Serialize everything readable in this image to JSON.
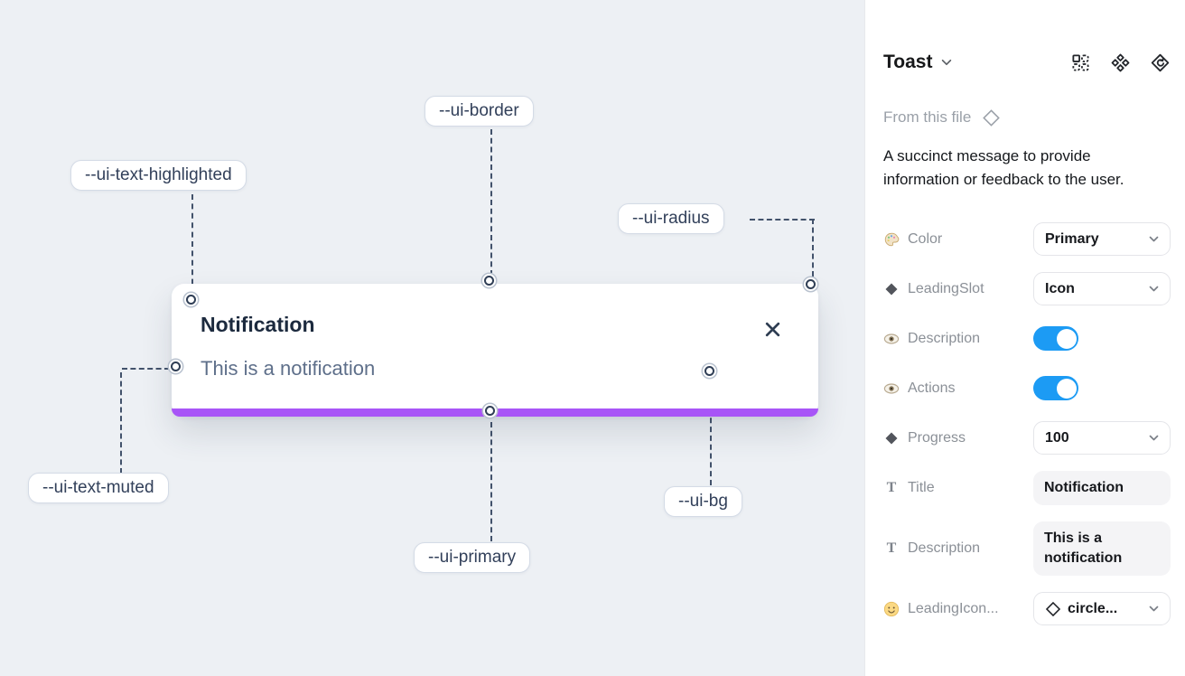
{
  "canvas": {
    "toast": {
      "title": "Notification",
      "description": "This is a notification"
    },
    "annotations": [
      {
        "label": "--ui-border"
      },
      {
        "label": "--ui-text-highlighted"
      },
      {
        "label": "--ui-radius"
      },
      {
        "label": "--ui-text-muted"
      },
      {
        "label": "--ui-primary"
      },
      {
        "label": "--ui-bg"
      }
    ],
    "colors": {
      "canvas_bg": "#edf0f4",
      "toast_bg": "#ffffff",
      "primary_bar": "#a855f7",
      "dash_line": "#42526b",
      "title_text": "#1c2a3e",
      "muted_text": "#5e6f8a"
    }
  },
  "panel": {
    "title": "Toast",
    "header_icons": [
      "instance-grid-icon",
      "component-set-icon",
      "swap-instance-icon"
    ],
    "source_label": "From this file",
    "description": "A succinct message to provide information or feedback to the user.",
    "toggle_accent": "#1c9bf4",
    "t_glyph": "T",
    "rows": [
      {
        "icon": "palette-icon",
        "label": "Color",
        "control": "dropdown",
        "value": "Primary"
      },
      {
        "icon": "diamond-icon",
        "label": "LeadingSlot",
        "control": "dropdown",
        "value": "Icon"
      },
      {
        "icon": "eye-icon",
        "label": "Description",
        "control": "toggle",
        "value": "on"
      },
      {
        "icon": "eye-icon",
        "label": "Actions",
        "control": "toggle",
        "value": "on"
      },
      {
        "icon": "diamond-icon",
        "label": "Progress",
        "control": "dropdown",
        "value": "100"
      },
      {
        "icon": "text-icon",
        "label": "Title",
        "control": "text-field",
        "value": "Notification"
      },
      {
        "icon": "text-icon",
        "label": "Description",
        "control": "text-field",
        "value": "This is a notification"
      },
      {
        "icon": "smiley-icon",
        "label": "LeadingIcon...",
        "control": "icon-dropdown",
        "value": "circle..."
      }
    ]
  }
}
